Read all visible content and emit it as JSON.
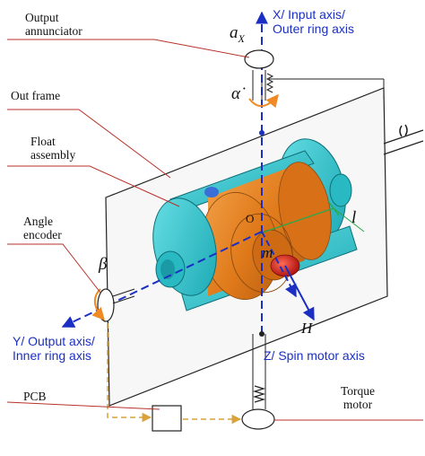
{
  "labels": {
    "output_annunciator_line1": "Output",
    "output_annunciator_line2": "annunciator",
    "out_frame": "Out frame",
    "float_assembly_line1": "Float",
    "float_assembly_line2": "assembly",
    "angle_encoder_line1": "Angle",
    "angle_encoder_line2": "encoder",
    "pcb": "PCB",
    "torque_motor_line1": "Torque",
    "torque_motor_line2": "motor"
  },
  "axes": {
    "x_line1": "X/ Input axis/",
    "x_line2": "Outer ring axis",
    "y_line1": "Y/ Output axis/",
    "y_line2": "Inner ring axis",
    "z": "Z/ Spin motor axis"
  },
  "symbols": {
    "ax": "a",
    "ax_sub": "X",
    "alpha_dot": "α̇",
    "beta": "β",
    "l": "l",
    "m": "m",
    "o": "O",
    "h": "H"
  },
  "colors": {
    "axis_blue": "#1b2fc4",
    "cylinder_orange": "#e6801c",
    "frame_cyan": "#2fc6cf",
    "mass_red": "#d8221c",
    "arrow_orange": "#f08a24",
    "leader_red": "#b8322a",
    "signal_dashed": "#d9a23a",
    "arm_green": "#2ca84a"
  },
  "icons": [
    "output-annunciator-icon",
    "angle-encoder-icon",
    "torque-motor-icon",
    "pcb-icon",
    "spring-icon"
  ]
}
